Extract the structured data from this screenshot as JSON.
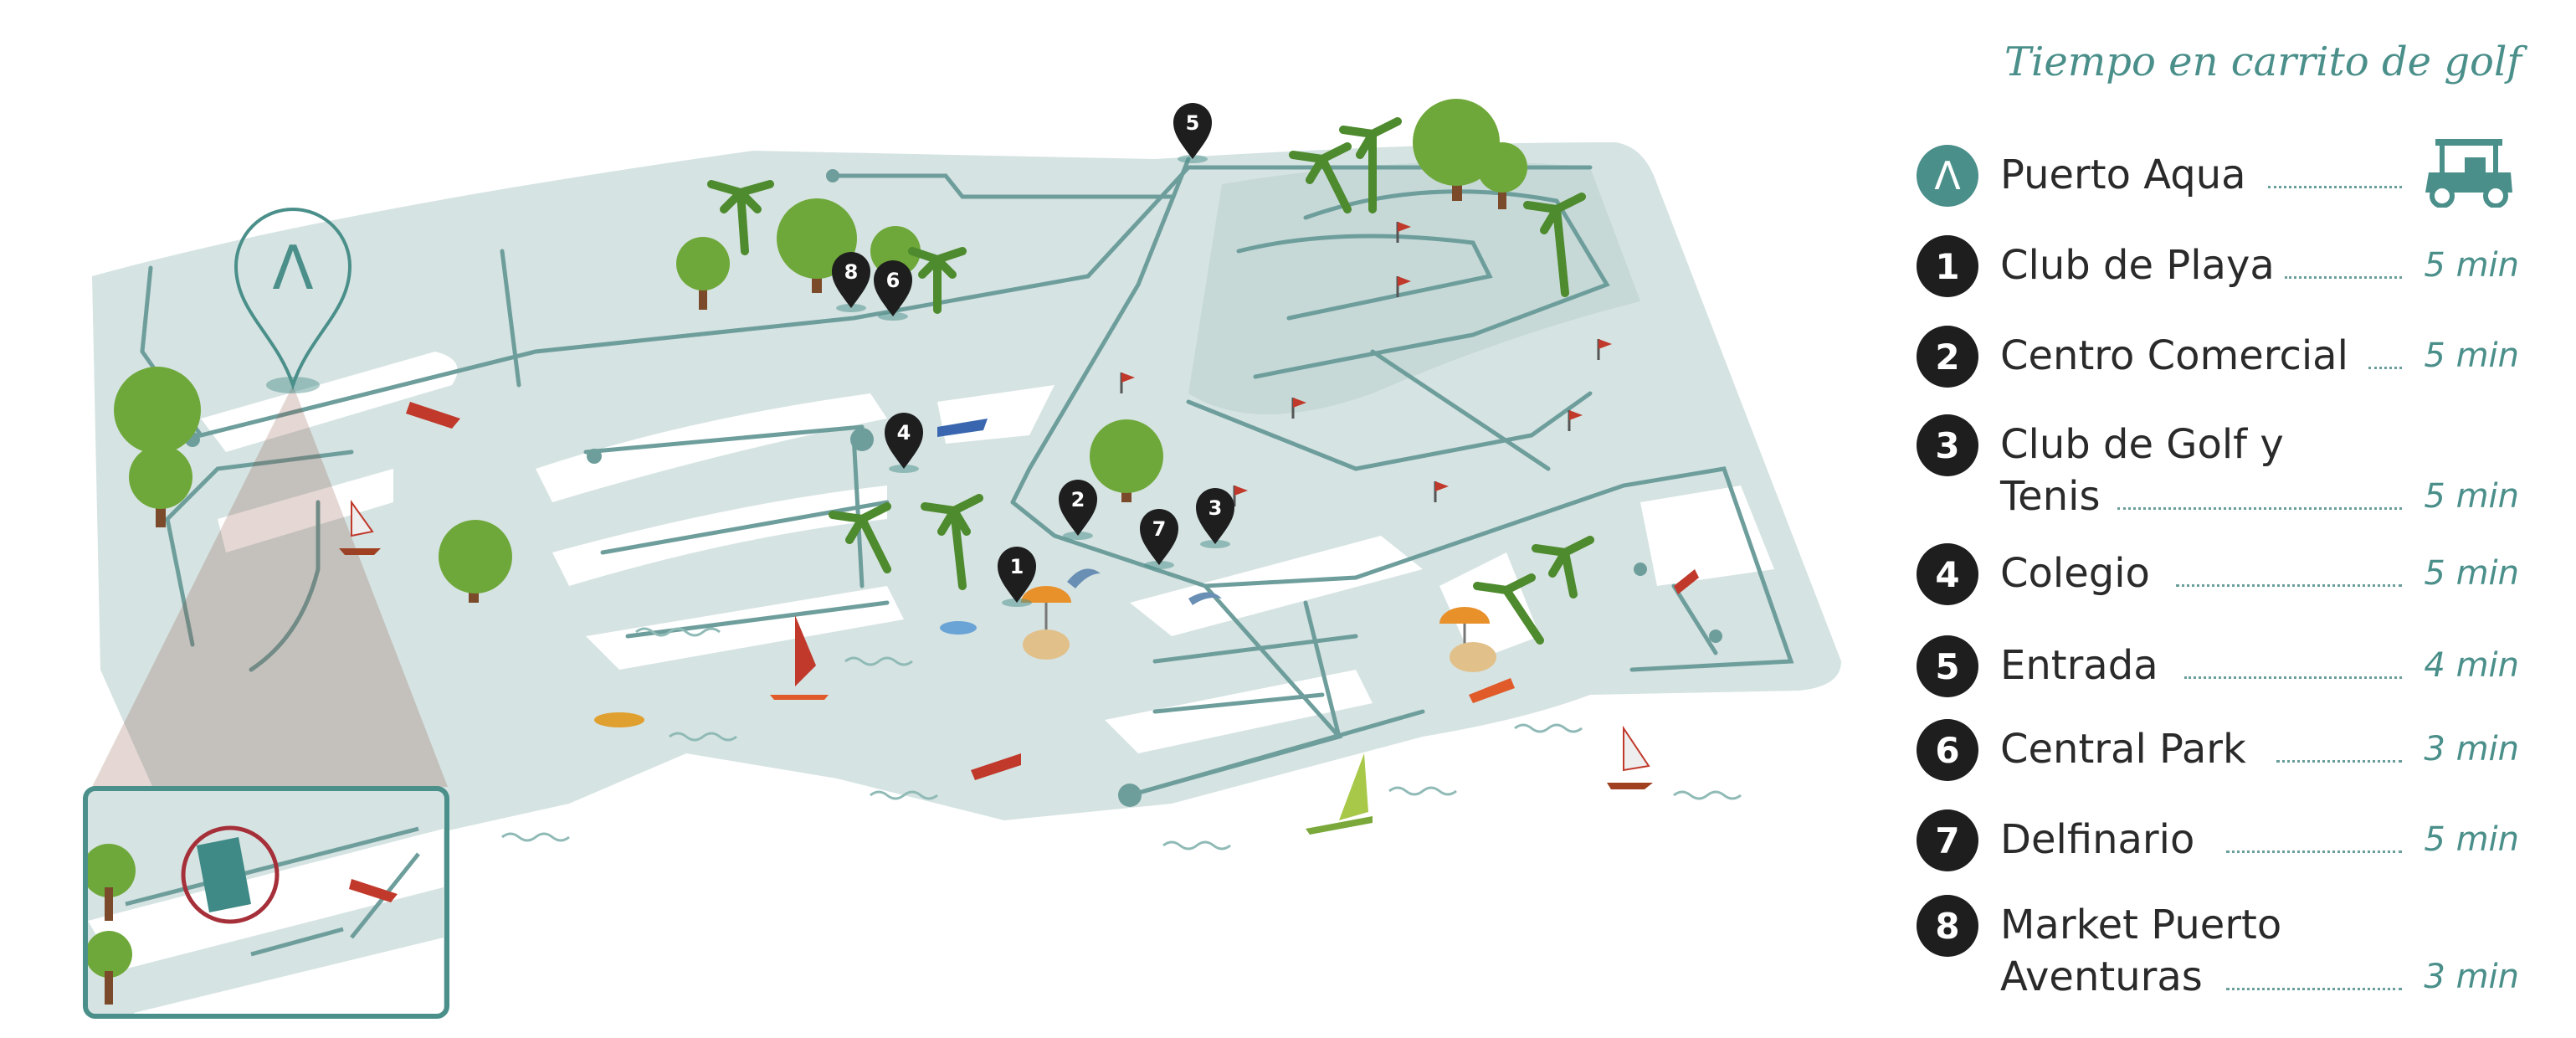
{
  "legend": {
    "title": "Tiempo en carrito de golf",
    "origin": {
      "symbol": "Λ",
      "name": "Puerto Aqua",
      "icon": "golf-cart-icon"
    },
    "items": [
      {
        "num": "1",
        "name": "Club de Playa",
        "time": "5 min"
      },
      {
        "num": "2",
        "name": "Centro Comercial",
        "time": "5 min"
      },
      {
        "num": "3",
        "name_line1": "Club de Golf y",
        "name_line2": "Tenis",
        "time": "5 min"
      },
      {
        "num": "4",
        "name": "Colegio",
        "time": "5 min"
      },
      {
        "num": "5",
        "name": "Entrada",
        "time": "4 min"
      },
      {
        "num": "6",
        "name": "Central Park",
        "time": "3 min"
      },
      {
        "num": "7",
        "name": "Delfinario",
        "time": "5 min"
      },
      {
        "num": "8",
        "name_line1": "Market Puerto",
        "name_line2": "Aventuras",
        "time": "3 min"
      }
    ]
  },
  "map": {
    "origin_marker_symbol": "Λ",
    "pins": [
      "1",
      "2",
      "3",
      "4",
      "5",
      "6",
      "7",
      "8"
    ]
  },
  "colors": {
    "land": "#d5e3e2",
    "road": "#6e9e9c",
    "accent": "#4a8f8a",
    "pin": "#1e1e1e",
    "highlight_ring": "#a6303a"
  }
}
